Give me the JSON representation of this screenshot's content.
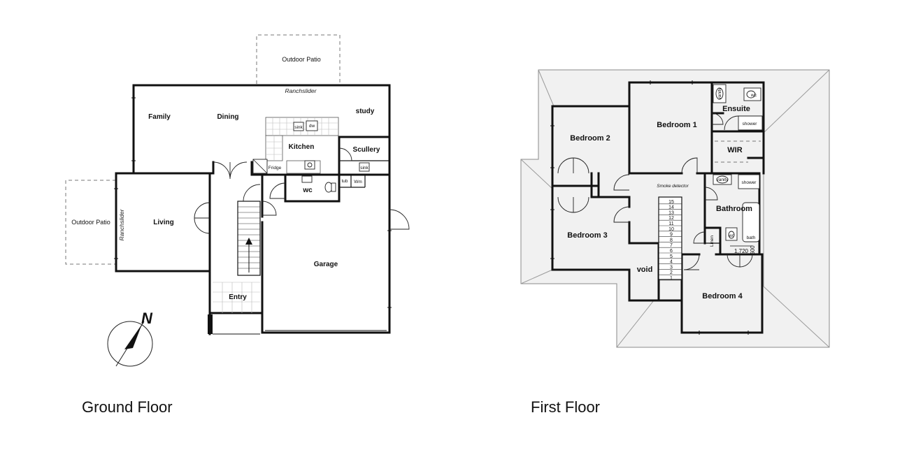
{
  "ground_floor": {
    "title": "Ground Floor",
    "rooms": {
      "outdoor_patio_top": "Outdoor Patio",
      "outdoor_patio_left": "Outdoor Patio",
      "ranchslider_top": "Ranchslider",
      "ranchslider_left": "Ranchslider",
      "family": "Family",
      "dining": "Dining",
      "study": "study",
      "kitchen": "Kitchen",
      "scullery": "Scullery",
      "living": "Living",
      "wc": "wc",
      "garage": "Garage",
      "entry": "Entry"
    },
    "fixtures": {
      "sink": "sink",
      "dw": "dw",
      "fridge": "Fridge",
      "tub": "tub",
      "wm": "Wm",
      "scullery_sink": "sink"
    },
    "north_label": "N"
  },
  "first_floor": {
    "title": "First Floor",
    "rooms": {
      "bedroom1": "Bedroom 1",
      "bedroom2": "Bedroom 2",
      "bedroom3": "Bedroom 3",
      "bedroom4": "Bedroom 4",
      "ensuite": "Ensuite",
      "wir": "WIR",
      "bathroom": "Bathroom",
      "void": "void",
      "linen": "Linen"
    },
    "fixtures": {
      "vanity_ensuite": "vanity",
      "wc_ensuite": "wc",
      "shower_ensuite": "shower",
      "vanity_bath": "vanity",
      "shower_bath": "shower",
      "wc_bath": "wc",
      "bath": "bath",
      "smoke_detector": "Smoke detector"
    },
    "dimensions": {
      "width": "1,720",
      "height": "600"
    },
    "stair_steps": [
      "15",
      "14",
      "13",
      "12",
      "11",
      "10",
      "9",
      "8",
      "7",
      "6",
      "5",
      "4",
      "3",
      "2",
      "1"
    ]
  }
}
